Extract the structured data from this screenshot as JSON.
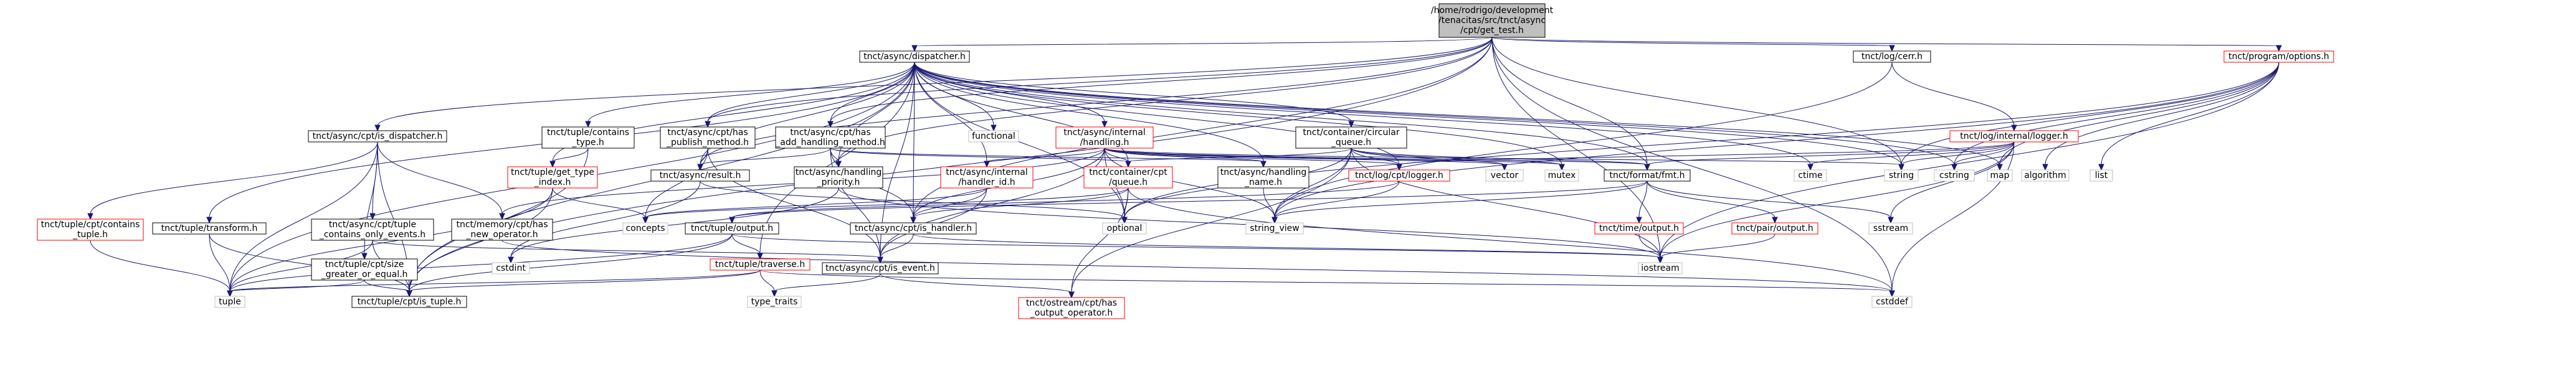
{
  "diagram": {
    "nodes": [
      {
        "id": "root",
        "lines": [
          "/home/rodrigo/development",
          "/tenacitas/src/tnct/async",
          "/cpt/get_test.h"
        ],
        "style": "root"
      },
      {
        "id": "dispatcher",
        "lines": [
          "tnct/async/dispatcher.h"
        ],
        "style": "normal"
      },
      {
        "id": "cerr",
        "lines": [
          "tnct/log/cerr.h"
        ],
        "style": "normal"
      },
      {
        "id": "options",
        "lines": [
          "tnct/program/options.h"
        ],
        "style": "red"
      },
      {
        "id": "is_dispatcher",
        "lines": [
          "tnct/async/cpt/is_dispatcher.h"
        ],
        "style": "normal"
      },
      {
        "id": "contains_type",
        "lines": [
          "tnct/tuple/contains",
          "_type.h"
        ],
        "style": "normal"
      },
      {
        "id": "has_publish",
        "lines": [
          "tnct/async/cpt/has",
          "_publish_method.h"
        ],
        "style": "normal"
      },
      {
        "id": "has_add_handling",
        "lines": [
          "tnct/async/cpt/has",
          "_add_handling_method.h"
        ],
        "style": "normal"
      },
      {
        "id": "functional",
        "lines": [
          "functional"
        ],
        "style": "plain"
      },
      {
        "id": "internal_handling",
        "lines": [
          "tnct/async/internal",
          "/handling.h"
        ],
        "style": "red"
      },
      {
        "id": "circular_queue",
        "lines": [
          "tnct/container/circular",
          "_queue.h"
        ],
        "style": "normal"
      },
      {
        "id": "internal_logger",
        "lines": [
          "tnct/log/internal/logger.h"
        ],
        "style": "red"
      },
      {
        "id": "get_type_index",
        "lines": [
          "tnct/tuple/get_type",
          "_index.h"
        ],
        "style": "red"
      },
      {
        "id": "result",
        "lines": [
          "tnct/async/result.h"
        ],
        "style": "normal"
      },
      {
        "id": "handling_priority",
        "lines": [
          "tnct/async/handling",
          "_priority.h"
        ],
        "style": "normal"
      },
      {
        "id": "internal_handler_id",
        "lines": [
          "tnct/async/internal",
          "/handler_id.h"
        ],
        "style": "red"
      },
      {
        "id": "cpt_queue",
        "lines": [
          "tnct/container/cpt",
          "/queue.h"
        ],
        "style": "red"
      },
      {
        "id": "handling_name",
        "lines": [
          "tnct/async/handling",
          "_name.h"
        ],
        "style": "normal"
      },
      {
        "id": "cpt_logger",
        "lines": [
          "tnct/log/cpt/logger.h"
        ],
        "style": "red"
      },
      {
        "id": "vector",
        "lines": [
          "vector"
        ],
        "style": "plain"
      },
      {
        "id": "mutex",
        "lines": [
          "mutex"
        ],
        "style": "plain"
      },
      {
        "id": "format_fmt",
        "lines": [
          "tnct/format/fmt.h"
        ],
        "style": "normal"
      },
      {
        "id": "ctime",
        "lines": [
          "ctime"
        ],
        "style": "plain"
      },
      {
        "id": "string",
        "lines": [
          "string"
        ],
        "style": "plain"
      },
      {
        "id": "cstring",
        "lines": [
          "cstring"
        ],
        "style": "plain"
      },
      {
        "id": "map",
        "lines": [
          "map"
        ],
        "style": "plain"
      },
      {
        "id": "algorithm",
        "lines": [
          "algorithm"
        ],
        "style": "plain"
      },
      {
        "id": "list",
        "lines": [
          "list"
        ],
        "style": "plain"
      },
      {
        "id": "tuple_contains_tuple",
        "lines": [
          "tnct/tuple/cpt/contains",
          "_tuple.h"
        ],
        "style": "red"
      },
      {
        "id": "tuple_transform",
        "lines": [
          "tnct/tuple/transform.h"
        ],
        "style": "normal"
      },
      {
        "id": "tuple_contains_only_events",
        "lines": [
          "tnct/async/cpt/tuple",
          "_contains_only_events.h"
        ],
        "style": "normal"
      },
      {
        "id": "has_new_operator",
        "lines": [
          "tnct/memory/cpt/has",
          "_new_operator.h"
        ],
        "style": "normal"
      },
      {
        "id": "concepts",
        "lines": [
          "concepts"
        ],
        "style": "plain"
      },
      {
        "id": "tuple_output",
        "lines": [
          "tnct/tuple/output.h"
        ],
        "style": "normal"
      },
      {
        "id": "is_handler",
        "lines": [
          "tnct/async/cpt/is_handler.h"
        ],
        "style": "normal"
      },
      {
        "id": "optional",
        "lines": [
          "optional"
        ],
        "style": "plain"
      },
      {
        "id": "string_view",
        "lines": [
          "string_view"
        ],
        "style": "plain"
      },
      {
        "id": "time_output",
        "lines": [
          "tnct/time/output.h"
        ],
        "style": "red"
      },
      {
        "id": "pair_output",
        "lines": [
          "tnct/pair/output.h"
        ],
        "style": "red"
      },
      {
        "id": "sstream",
        "lines": [
          "sstream"
        ],
        "style": "plain"
      },
      {
        "id": "size_greater_or_equal",
        "lines": [
          "tnct/tuple/cpt/size",
          "_greater_or_equal.h"
        ],
        "style": "normal"
      },
      {
        "id": "cstdint",
        "lines": [
          "cstdint"
        ],
        "style": "plain"
      },
      {
        "id": "tuple_traverse",
        "lines": [
          "tnct/tuple/traverse.h"
        ],
        "style": "red"
      },
      {
        "id": "is_event",
        "lines": [
          "tnct/async/cpt/is_event.h"
        ],
        "style": "normal"
      },
      {
        "id": "iostream",
        "lines": [
          "iostream"
        ],
        "style": "plain"
      },
      {
        "id": "tuple",
        "lines": [
          "tuple"
        ],
        "style": "plain"
      },
      {
        "id": "is_tuple",
        "lines": [
          "tnct/tuple/cpt/is_tuple.h"
        ],
        "style": "normal"
      },
      {
        "id": "type_traits",
        "lines": [
          "type_traits"
        ],
        "style": "plain"
      },
      {
        "id": "ostream_pthas",
        "lines": [
          "tnct/ostream/cpt/has",
          "_output_operator.h"
        ],
        "style": "red"
      },
      {
        "id": "cstddef",
        "lines": [
          "cstddef"
        ],
        "style": "plain"
      }
    ],
    "edges": [
      [
        "root",
        "dispatcher"
      ],
      [
        "root",
        "cerr"
      ],
      [
        "root",
        "options"
      ],
      [
        "root",
        "result"
      ],
      [
        "root",
        "is_dispatcher"
      ],
      [
        "root",
        "has_publish"
      ],
      [
        "root",
        "has_add_handling"
      ],
      [
        "root",
        "handling_priority"
      ],
      [
        "root",
        "is_handler"
      ],
      [
        "root",
        "format_fmt"
      ],
      [
        "root",
        "string"
      ],
      [
        "root",
        "cstddef"
      ],
      [
        "root",
        "iostream"
      ],
      [
        "root",
        "is_tuple"
      ],
      [
        "dispatcher",
        "contains_type"
      ],
      [
        "dispatcher",
        "has_publish"
      ],
      [
        "dispatcher",
        "has_add_handling"
      ],
      [
        "dispatcher",
        "functional"
      ],
      [
        "dispatcher",
        "internal_handling"
      ],
      [
        "dispatcher",
        "circular_queue"
      ],
      [
        "dispatcher",
        "get_type_index"
      ],
      [
        "dispatcher",
        "result"
      ],
      [
        "dispatcher",
        "handling_priority"
      ],
      [
        "dispatcher",
        "internal_handler_id"
      ],
      [
        "dispatcher",
        "cpt_queue"
      ],
      [
        "dispatcher",
        "handling_name"
      ],
      [
        "dispatcher",
        "cpt_logger"
      ],
      [
        "dispatcher",
        "format_fmt"
      ],
      [
        "dispatcher",
        "tuple_transform"
      ],
      [
        "dispatcher",
        "tuple_traverse"
      ],
      [
        "dispatcher",
        "is_event"
      ],
      [
        "dispatcher",
        "is_handler"
      ],
      [
        "dispatcher",
        "optional"
      ],
      [
        "dispatcher",
        "tuple"
      ],
      [
        "dispatcher",
        "is_tuple"
      ],
      [
        "dispatcher",
        "ctime"
      ],
      [
        "dispatcher",
        "map"
      ],
      [
        "dispatcher",
        "cstring"
      ],
      [
        "dispatcher",
        "string"
      ],
      [
        "dispatcher",
        "mutex"
      ],
      [
        "cerr",
        "internal_logger"
      ],
      [
        "cerr",
        "string_view"
      ],
      [
        "internal_logger",
        "cpt_logger"
      ],
      [
        "internal_logger",
        "format_fmt"
      ],
      [
        "internal_logger",
        "ctime"
      ],
      [
        "internal_logger",
        "string"
      ],
      [
        "internal_logger",
        "cstring"
      ],
      [
        "internal_logger",
        "sstream"
      ],
      [
        "internal_logger",
        "iostream"
      ],
      [
        "internal_logger",
        "cstddef"
      ],
      [
        "options",
        "string"
      ],
      [
        "options",
        "cstring"
      ],
      [
        "options",
        "map"
      ],
      [
        "options",
        "algorithm"
      ],
      [
        "options",
        "list"
      ],
      [
        "options",
        "optional"
      ],
      [
        "options",
        "iostream"
      ],
      [
        "options",
        "string_view"
      ],
      [
        "is_dispatcher",
        "tuple_contains_tuple"
      ],
      [
        "is_dispatcher",
        "tuple_contains_only_events"
      ],
      [
        "is_dispatcher",
        "has_new_operator"
      ],
      [
        "is_dispatcher",
        "size_greater_or_equal"
      ],
      [
        "is_dispatcher",
        "tuple"
      ],
      [
        "is_dispatcher",
        "is_tuple"
      ],
      [
        "contains_type",
        "get_type_index"
      ],
      [
        "contains_type",
        "is_tuple"
      ],
      [
        "get_type_index",
        "tuple"
      ],
      [
        "get_type_index",
        "is_tuple"
      ],
      [
        "get_type_index",
        "concepts"
      ],
      [
        "has_publish",
        "result"
      ],
      [
        "has_publish",
        "is_event"
      ],
      [
        "has_publish",
        "concepts"
      ],
      [
        "has_add_handling",
        "result"
      ],
      [
        "has_add_handling",
        "handling_priority"
      ],
      [
        "has_add_handling",
        "cpt_queue"
      ],
      [
        "has_add_handling",
        "handling_name"
      ],
      [
        "has_add_handling",
        "is_handler"
      ],
      [
        "has_add_handling",
        "is_event"
      ],
      [
        "internal_handling",
        "internal_handler_id"
      ],
      [
        "internal_handling",
        "cpt_queue"
      ],
      [
        "internal_handling",
        "handling_name"
      ],
      [
        "internal_handling",
        "cpt_logger"
      ],
      [
        "internal_handling",
        "format_fmt"
      ],
      [
        "internal_handling",
        "vector"
      ],
      [
        "internal_handling",
        "mutex"
      ],
      [
        "internal_handling",
        "string"
      ],
      [
        "internal_handling",
        "is_handler"
      ],
      [
        "internal_handling",
        "is_event"
      ],
      [
        "internal_handling",
        "string_view"
      ],
      [
        "internal_handling",
        "has_new_operator"
      ],
      [
        "internal_handling",
        "optional"
      ],
      [
        "circular_queue",
        "cpt_queue"
      ],
      [
        "circular_queue",
        "cpt_logger"
      ],
      [
        "circular_queue",
        "format_fmt"
      ],
      [
        "circular_queue",
        "vector"
      ],
      [
        "circular_queue",
        "mutex"
      ],
      [
        "circular_queue",
        "optional"
      ],
      [
        "circular_queue",
        "string_view"
      ],
      [
        "circular_queue",
        "iostream"
      ],
      [
        "circular_queue",
        "ostream_pthas"
      ],
      [
        "result",
        "optional"
      ],
      [
        "result",
        "cstdint"
      ],
      [
        "handling_priority",
        "cstdint"
      ],
      [
        "handling_priority",
        "iostream"
      ],
      [
        "internal_handler_id",
        "is_handler"
      ],
      [
        "internal_handler_id",
        "is_event"
      ],
      [
        "internal_handler_id",
        "concepts"
      ],
      [
        "cpt_queue",
        "optional"
      ],
      [
        "cpt_queue",
        "concepts"
      ],
      [
        "cpt_queue",
        "cstddef"
      ],
      [
        "cpt_queue",
        "ostream_pthas"
      ],
      [
        "cpt_queue",
        "is_handler"
      ],
      [
        "handling_name",
        "string_view"
      ],
      [
        "cpt_logger",
        "string_view"
      ],
      [
        "cpt_logger",
        "tuple_output"
      ],
      [
        "format_fmt",
        "time_output"
      ],
      [
        "format_fmt",
        "pair_output"
      ],
      [
        "format_fmt",
        "sstream"
      ],
      [
        "format_fmt",
        "tuple_output"
      ],
      [
        "format_fmt",
        "string_view"
      ],
      [
        "tuple_transform",
        "tuple"
      ],
      [
        "tuple_transform",
        "is_tuple"
      ],
      [
        "tuple_contains_tuple",
        "tuple"
      ],
      [
        "tuple_contains_only_events",
        "is_event"
      ],
      [
        "tuple_contains_only_events",
        "is_tuple"
      ],
      [
        "tuple_contains_only_events",
        "tuple"
      ],
      [
        "has_new_operator",
        "cstddef"
      ],
      [
        "size_greater_or_equal",
        "tuple"
      ],
      [
        "size_greater_or_equal",
        "is_tuple"
      ],
      [
        "tuple_output",
        "tuple_traverse"
      ],
      [
        "tuple_output",
        "is_tuple"
      ],
      [
        "tuple_output",
        "iostream"
      ],
      [
        "tuple_output",
        "tuple"
      ],
      [
        "is_handler",
        "is_event"
      ],
      [
        "is_handler",
        "iostream"
      ],
      [
        "time_output",
        "iostream"
      ],
      [
        "pair_output",
        "iostream"
      ],
      [
        "tuple_traverse",
        "tuple"
      ],
      [
        "tuple_traverse",
        "is_tuple"
      ],
      [
        "tuple_traverse",
        "type_traits"
      ],
      [
        "tuple_traverse",
        "cstddef"
      ],
      [
        "is_event",
        "type_traits"
      ],
      [
        "is_event",
        "ostream_pthas"
      ]
    ]
  }
}
